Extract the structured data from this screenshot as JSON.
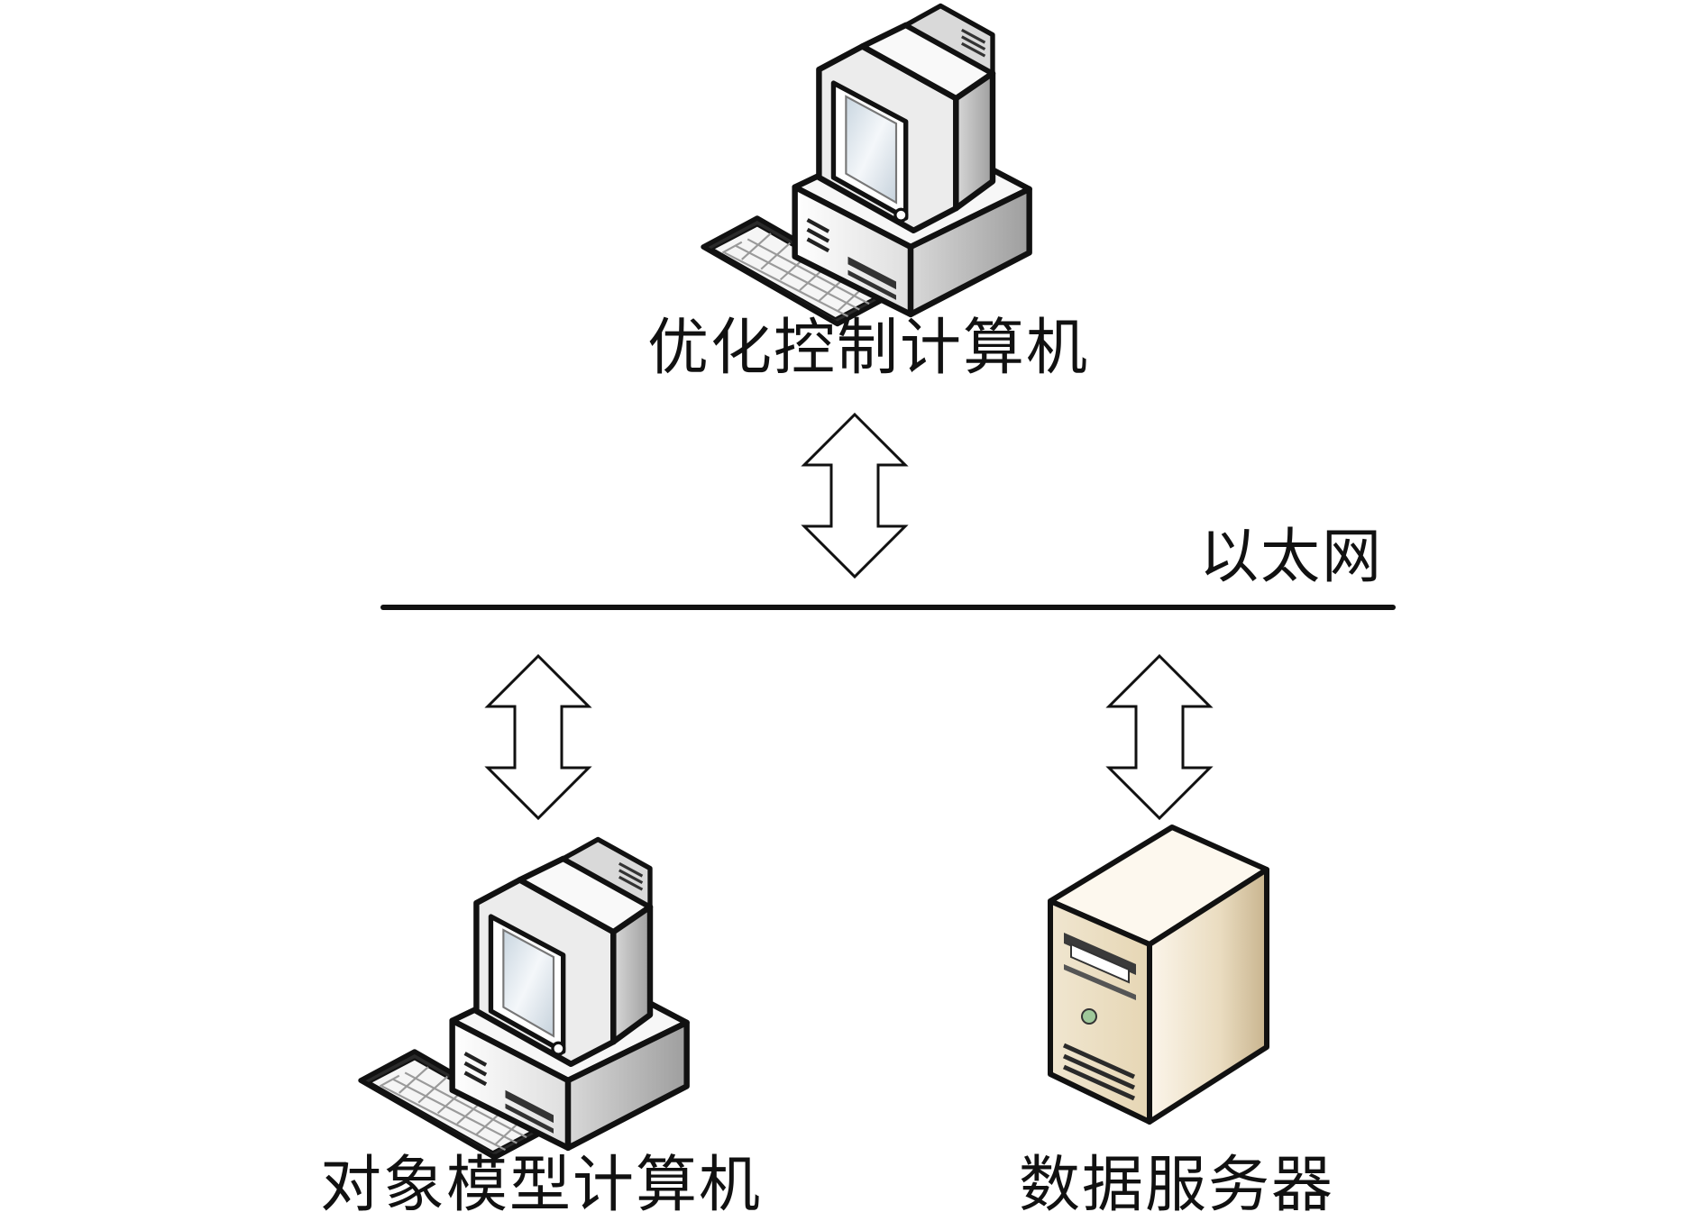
{
  "nodes": {
    "optimization_computer": {
      "label": "优化控制计算机",
      "icon": "desktop-computer-icon"
    },
    "model_computer": {
      "label": "对象模型计算机",
      "icon": "desktop-computer-icon"
    },
    "data_server": {
      "label": "数据服务器",
      "icon": "tower-server-icon"
    }
  },
  "network": {
    "label": "以太网"
  },
  "edges": [
    {
      "from": "optimization_computer",
      "to": "network",
      "direction": "bidirectional"
    },
    {
      "from": "model_computer",
      "to": "network",
      "direction": "bidirectional"
    },
    {
      "from": "data_server",
      "to": "network",
      "direction": "bidirectional"
    }
  ],
  "colors": {
    "outline": "#111111",
    "computer_body": "#f2f2f2",
    "computer_shade": "#b8b8b8",
    "screen": "#dce6ee",
    "server_light": "#fbf4e6",
    "server_mid": "#e9dcc2",
    "server_dark": "#c9b793",
    "indicator": "#9fc89a"
  }
}
